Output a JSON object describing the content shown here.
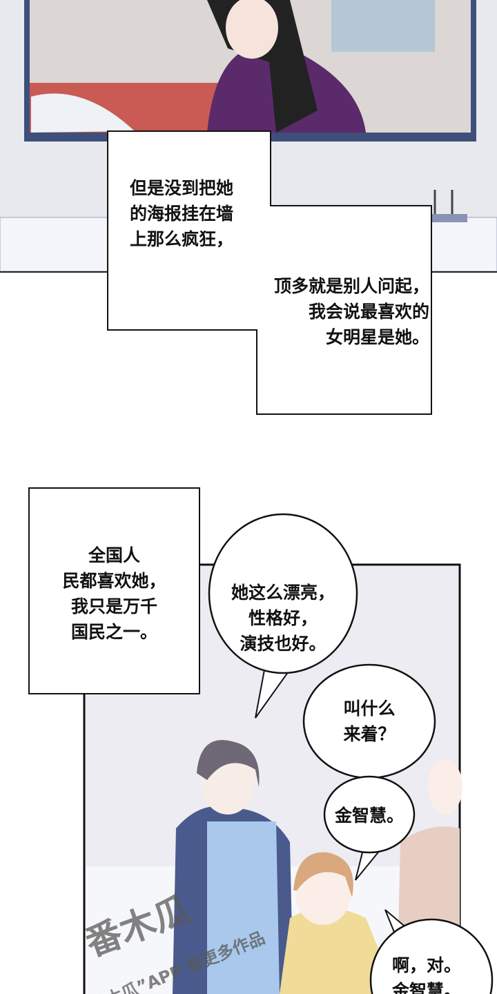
{
  "panel1": {
    "caption_a": "但是没到把她\n的海报挂在墙\n上那么疯狂，",
    "caption_b": "顶多就是别人问起，\n我会说最喜欢的\n女明星是她。"
  },
  "panel2": {
    "caption": "全国人\n民都喜欢她，\n我只是万千\n国民之一。",
    "bubble_1": "她这么漂亮，\n性格好，\n演技也好。",
    "bubble_2": "叫什么\n来着？",
    "bubble_3": "金智慧。",
    "bubble_4": "啊，对。\n金智慧。"
  },
  "watermark": {
    "logo": "番木瓜",
    "line": "下载“番木瓜”APP 看更多作品"
  },
  "colors": {
    "wall": "#e9eaef",
    "purple": "#5b2a6a",
    "frame": "#3d4f7a",
    "cardigan": "#4a5a8c",
    "sweater": "#f0dc98"
  }
}
